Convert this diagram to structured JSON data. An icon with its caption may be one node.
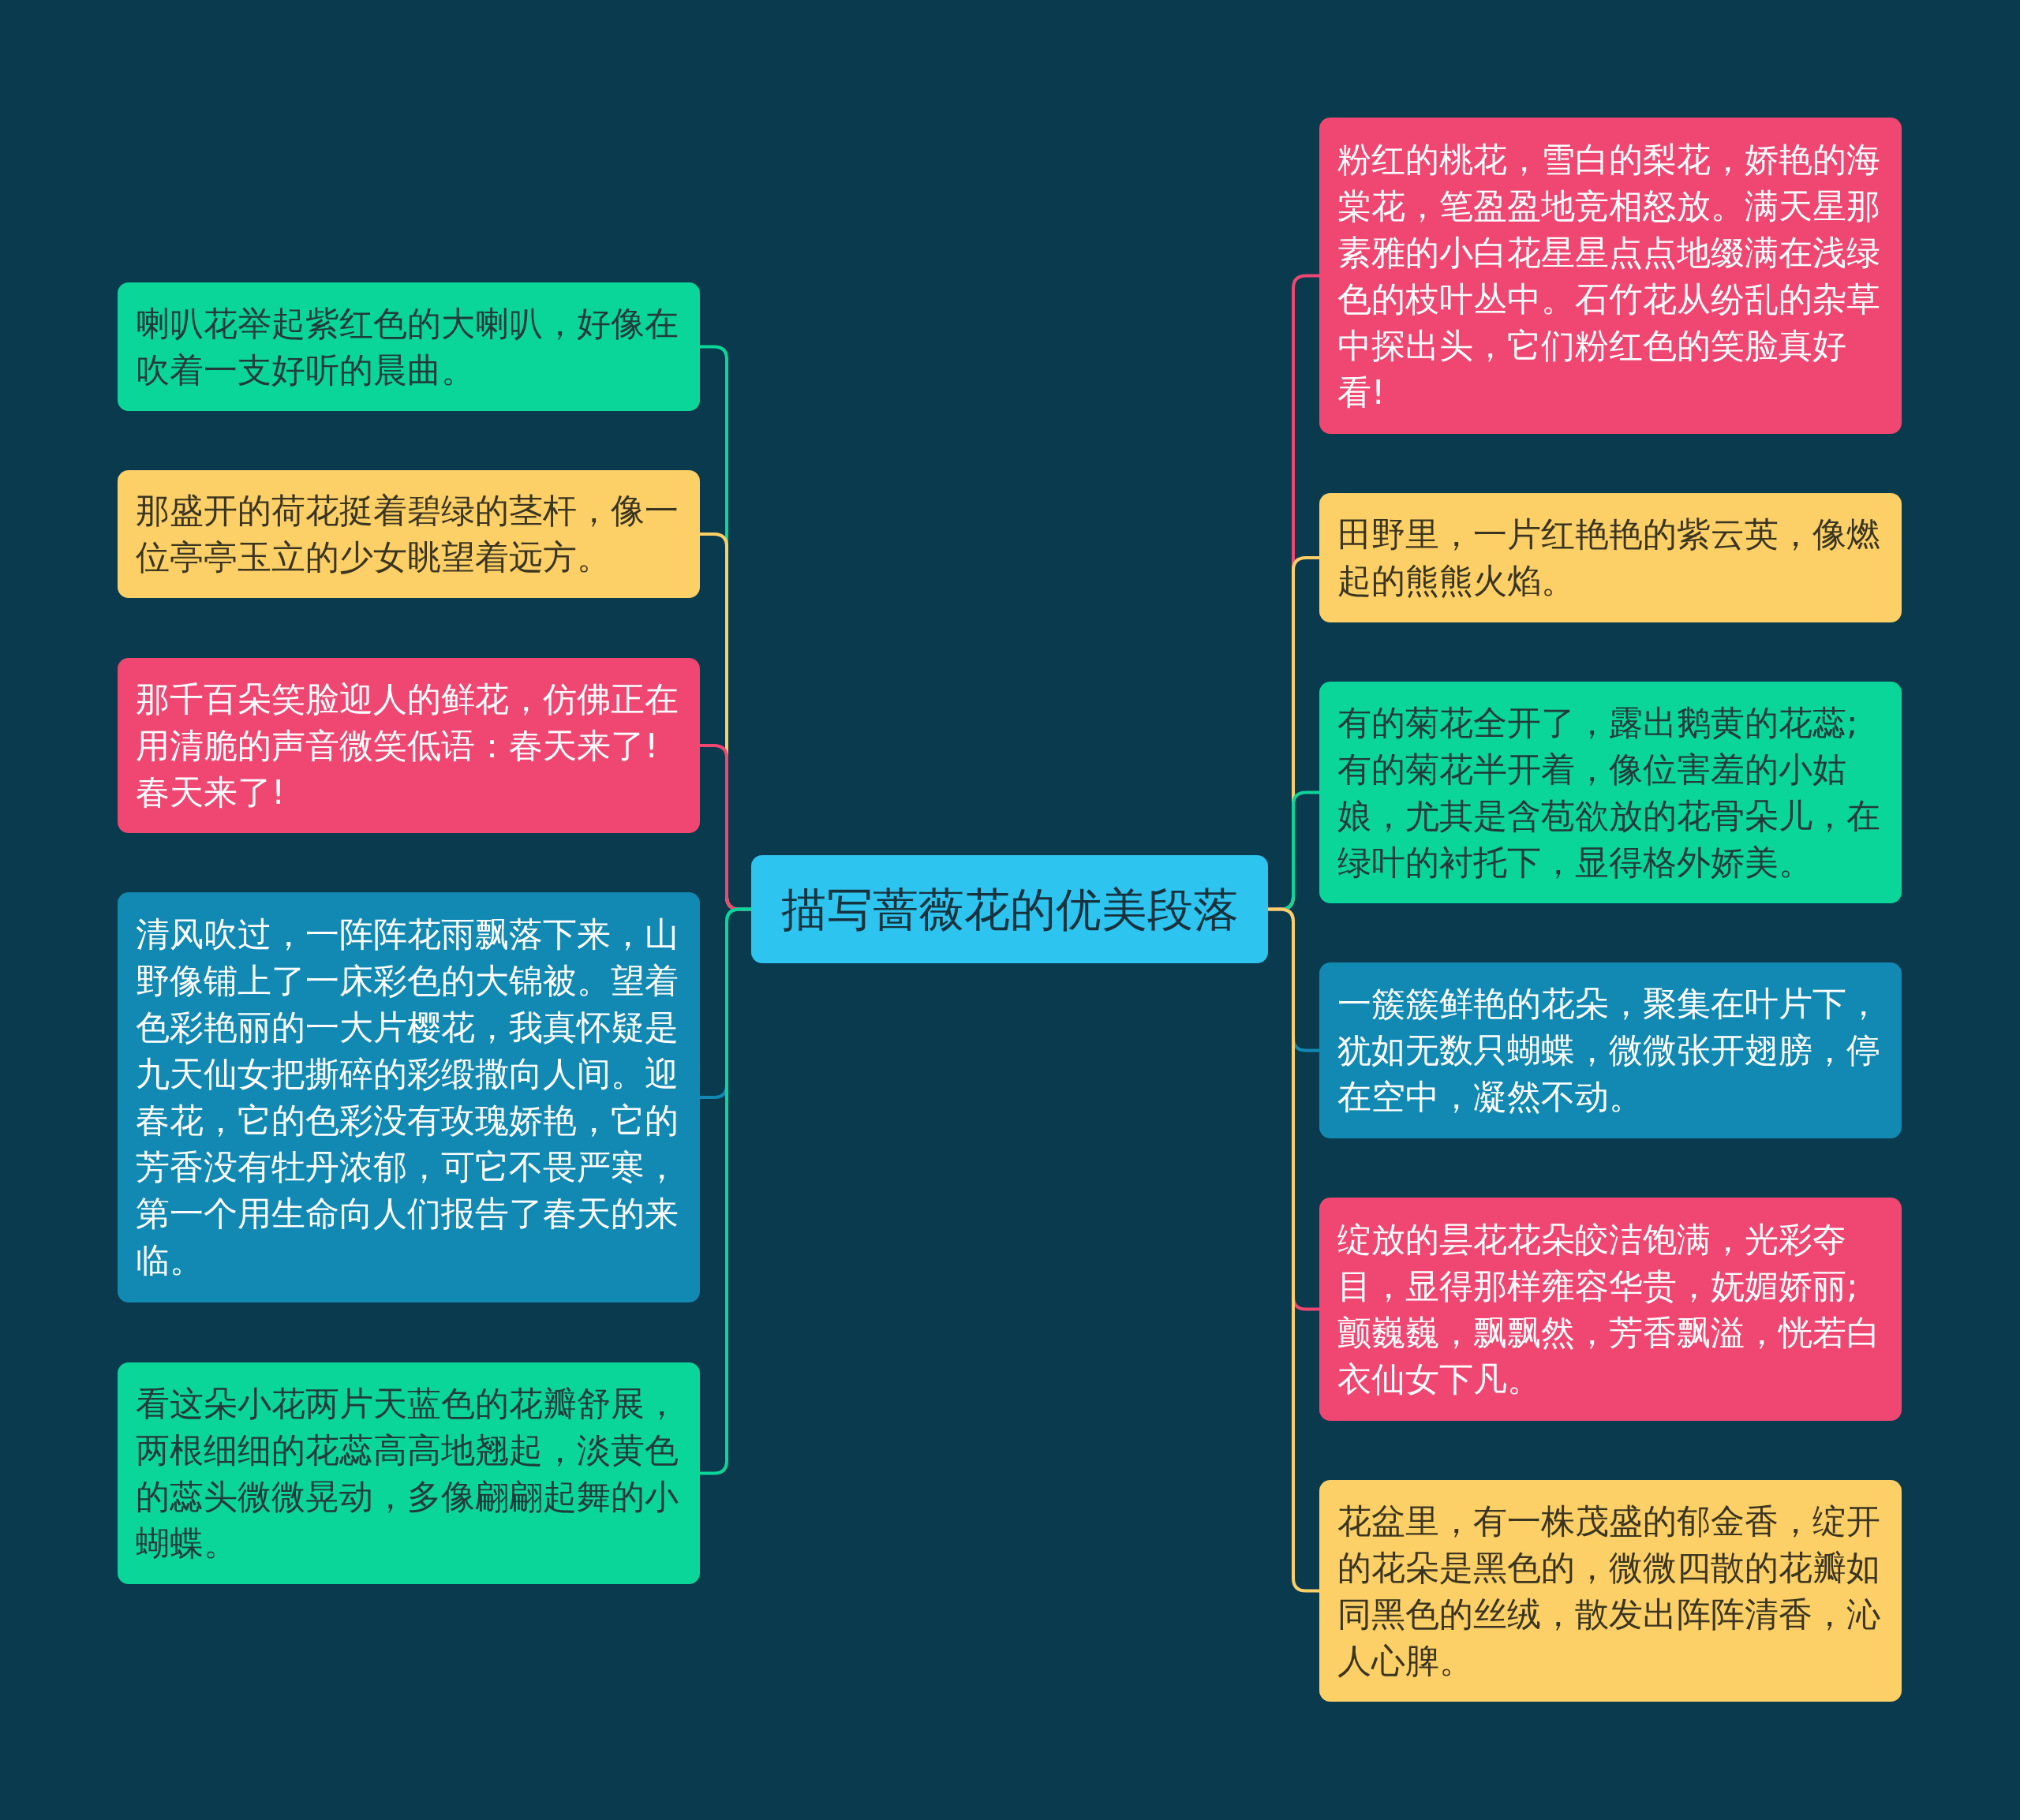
{
  "diagram": {
    "nodes": [
      {
        "text": [
          "描写蔷薇花的优美段落"
        ]
      },
      {
        "text": [
          "喇叭花举起紫红色的大喇叭，好像在吹着一支好听的晨曲。"
        ]
      },
      {
        "text": [
          "那盛开的荷花挺着碧绿的茎杆，像一位亭亭玉立的少女眺望着远方。"
        ]
      },
      {
        "text": [
          "那千百朵笑脸迎人的鲜花，仿佛正在用清脆的声音微笑低语：春天来了!春天来了!"
        ]
      },
      {
        "text": [
          "清风吹过，一阵阵花雨飘落下来，山野像铺上了一床彩色的大锦被。望着色彩艳丽的一大片樱花，我真怀疑是九天仙女把撕碎的彩缎撒向人间。迎春花，它的色彩没有玫瑰娇艳，它的芳香没有牡丹浓郁，可它不畏严寒，第一个用生命向人们报告了春天的来临。"
        ]
      },
      {
        "text": [
          "看这朵小花两片天蓝色的花瓣舒展，两根细细的花蕊高高地翘起，淡黄色的蕊头微微晃动，多像翩翩起舞的小蝴蝶。"
        ]
      },
      {
        "text": [
          "粉红的桃花，雪白的梨花，娇艳的海棠花，笔盈盈地竞相怒放。满天星那素雅的小白花星星点点地缀满在浅绿色的枝叶丛中。石竹花从纷乱的杂草中探出头，它们粉红色的笑脸真好看!"
        ]
      },
      {
        "text": [
          "田野里，一片红艳艳的紫云英，像燃起的熊熊火焰。"
        ]
      },
      {
        "text": [
          "有的菊花全开了，露出鹅黄的花蕊;有的菊花半开着，像位害羞的小姑娘，尤其是含苞欲放的花骨朵儿，在绿叶的衬托下，显得格外娇美。"
        ]
      },
      {
        "text": [
          "一簇簇鲜艳的花朵，聚集在叶片下，犹如无数只蝴蝶，微微张开翅膀，停在空中，凝然不动。"
        ]
      },
      {
        "text": [
          "绽放的昙花花朵皎洁饱满，光彩夺目，显得那样雍容华贵，妩媚娇丽;颤巍巍，飘飘然，芳香飘溢，恍若白衣仙女下凡。"
        ]
      },
      {
        "text": [
          "花盆里，有一株茂盛的郁金香，绽开的花朵是黑色的，微微四散的花瓣如同黑色的丝绒，散发出阵阵清香，沁人心脾。"
        ]
      }
    ],
    "edges": [
      {
        "from": 0,
        "to": 1,
        "arrow": "none",
        "color": "#0bd69a"
      },
      {
        "from": 0,
        "to": 2,
        "arrow": "none",
        "color": "#fdd067"
      },
      {
        "from": 0,
        "to": 3,
        "arrow": "none",
        "color": "#ef4771"
      },
      {
        "from": 0,
        "to": 4,
        "arrow": "none",
        "color": "#1289b3"
      },
      {
        "from": 0,
        "to": 5,
        "arrow": "none",
        "color": "#0bd69a"
      },
      {
        "from": 0,
        "to": 6,
        "arrow": "none",
        "color": "#ef4771"
      },
      {
        "from": 0,
        "to": 7,
        "arrow": "none",
        "color": "#fdd067"
      },
      {
        "from": 0,
        "to": 8,
        "arrow": "none",
        "color": "#0bd69a"
      },
      {
        "from": 0,
        "to": 9,
        "arrow": "none",
        "color": "#1289b3"
      },
      {
        "from": 0,
        "to": 10,
        "arrow": "none",
        "color": "#ef4771"
      },
      {
        "from": 0,
        "to": 11,
        "arrow": "none",
        "color": "#fdd067"
      }
    ]
  }
}
